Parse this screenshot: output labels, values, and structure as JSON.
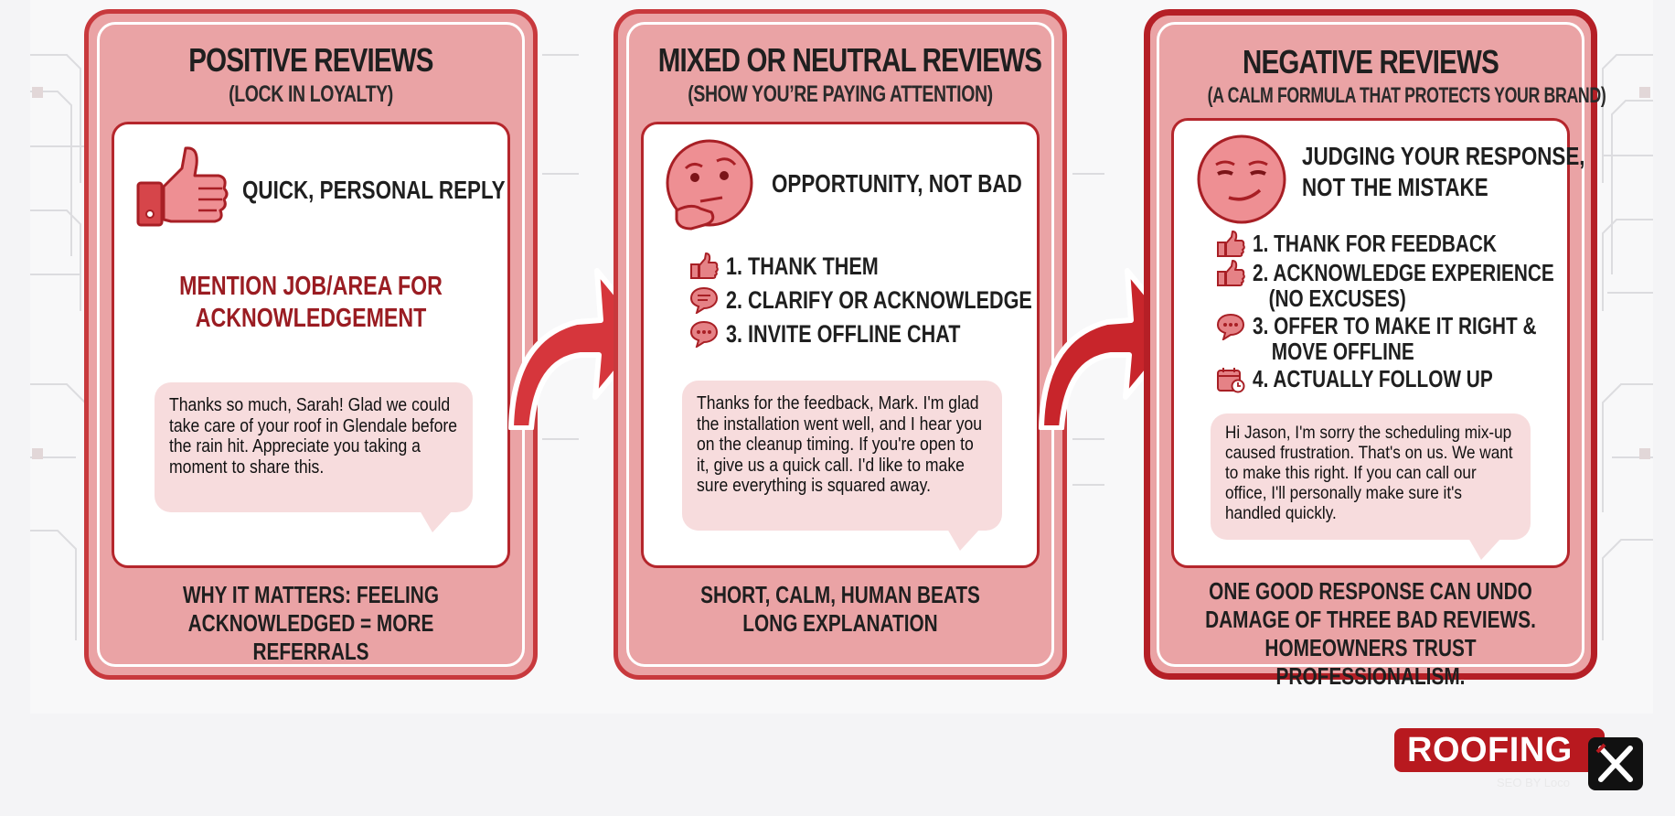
{
  "panels": {
    "positive": {
      "title": "POSITIVE REVIEWS",
      "subtitle": "(LOCK IN LOYALTY)",
      "headline": "QUICK, PERSONAL REPLY",
      "mention_line1": "MENTION JOB/AREA FOR",
      "mention_line2": "ACKNOWLEDGEMENT",
      "bubble": "Thanks so much, Sarah! Glad we could take care of your roof in Glendale before the rain hit. Appreciate you taking a moment to share this.",
      "footer_line1": "WHY IT MATTERS: FEELING",
      "footer_line2": "ACKNOWLEDGED = MORE REFERRALS",
      "icon": "thumbs-up-icon"
    },
    "mixed": {
      "title": "MIXED OR NEUTRAL REVIEWS",
      "subtitle": "(SHOW YOU’RE PAYING ATTENTION)",
      "headline": "OPPORTUNITY, NOT BAD",
      "steps": [
        {
          "text": "1. THANK THEM",
          "icon": "thumbs-up-icon"
        },
        {
          "text": "2. CLARIFY OR ACKNOWLEDGE",
          "icon": "speech-bubble-icon"
        },
        {
          "text": "3. INVITE OFFLINE CHAT",
          "icon": "chat-dots-icon"
        }
      ],
      "bubble": "Thanks for the feedback, Mark. I'm glad the installation went well, and I hear you on the cleanup timing. If you're open to it, give us a quick call. I'd like to make sure everything is squared away.",
      "footer_line1": "SHORT, CALM, HUMAN BEATS",
      "footer_line2": "LONG EXPLANATION",
      "icon": "thinking-face-icon"
    },
    "negative": {
      "title": "NEGATIVE REVIEWS",
      "subtitle": "(A CALM FORMULA THAT PROTECTS YOUR BRAND)",
      "headline_line1": "JUDGING YOUR RESPONSE,",
      "headline_line2": "NOT THE MISTAKE",
      "steps": [
        {
          "text": "1. THANK FOR FEEDBACK",
          "text2": "",
          "icon": "thumbs-up-icon"
        },
        {
          "text": "2. ACKNOWLEDGE EXPERIENCE",
          "text2": "(NO EXCUSES)",
          "icon": "thumbs-up-icon"
        },
        {
          "text": "3. OFFER TO MAKE IT RIGHT &",
          "text2": "MOVE OFFLINE",
          "icon": "chat-dots-icon"
        },
        {
          "text": "4. ACTUALLY FOLLOW UP",
          "text2": "",
          "icon": "calendar-clock-icon"
        }
      ],
      "bubble": "Hi Jason, I'm sorry the scheduling mix-up caused frustration. That's on us. We want to make this right. If you can call our office, I'll personally make sure it's handled quickly.",
      "footer_line1": "ONE GOOD RESPONSE CAN UNDO",
      "footer_line2": "DAMAGE OF THREE BAD REVIEWS.",
      "footer_line3": "HOMEOWNERS TRUST PROFESSIONALISM.",
      "icon": "smirking-face-icon"
    }
  },
  "logo": {
    "text": "ROOFING",
    "tagline": "SEO BY Loco",
    "icon": "x-mark-icon"
  },
  "colors": {
    "brand_red": "#c8393d",
    "dark_red": "#b51f26",
    "panel_fill": "#eaa3a5",
    "bubble_fill": "#f7dcdd"
  }
}
